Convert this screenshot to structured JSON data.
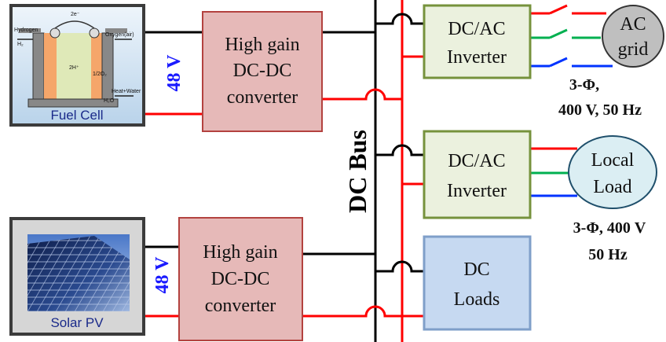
{
  "fuel_cell": {
    "caption": "Fuel Cell",
    "labels": {
      "hydrogen": "Hydrogen",
      "oxygen": "Oxygen(air)",
      "electrons": "2e⁻",
      "heat_water": "Heat+Water",
      "center": "2H⁺",
      "h2": "H₂",
      "o2": "1/2O₂",
      "h2o": "H₂O"
    }
  },
  "solar_pv": {
    "caption": "Solar PV"
  },
  "converters": {
    "top": {
      "line1": "High gain",
      "line2": "DC-DC",
      "line3": "converter",
      "voltage": "48 V"
    },
    "bottom": {
      "line1": "High gain",
      "line2": "DC-DC",
      "line3": "converter",
      "voltage": "48 V"
    }
  },
  "dc_bus": {
    "label": "DC Bus"
  },
  "inverters": {
    "top": {
      "line1": "DC/AC",
      "line2": "Inverter"
    },
    "middle": {
      "line1": "DC/AC",
      "line2": "Inverter"
    }
  },
  "dc_loads": {
    "line1": "DC",
    "line2": "Loads"
  },
  "ac_grid": {
    "line1": "AC",
    "line2": "grid",
    "spec1": "3-Φ,",
    "spec2": "400 V, 50 Hz"
  },
  "local_load": {
    "line1": "Local",
    "line2": "Load",
    "spec1": "3-Φ, 400 V",
    "spec2": "50 Hz"
  },
  "colors": {
    "converter_fill": "#e6b9b8",
    "converter_stroke": "#b3423f",
    "inverter_fill": "#ebf1de",
    "inverter_stroke": "#76923c",
    "dcload_fill": "#c6d9f1",
    "dcload_stroke": "#7f9fc9",
    "phase_red": "#ff0000",
    "phase_green": "#00b050",
    "phase_blue": "#0033ff",
    "voltage_label": "#1a1aff"
  }
}
